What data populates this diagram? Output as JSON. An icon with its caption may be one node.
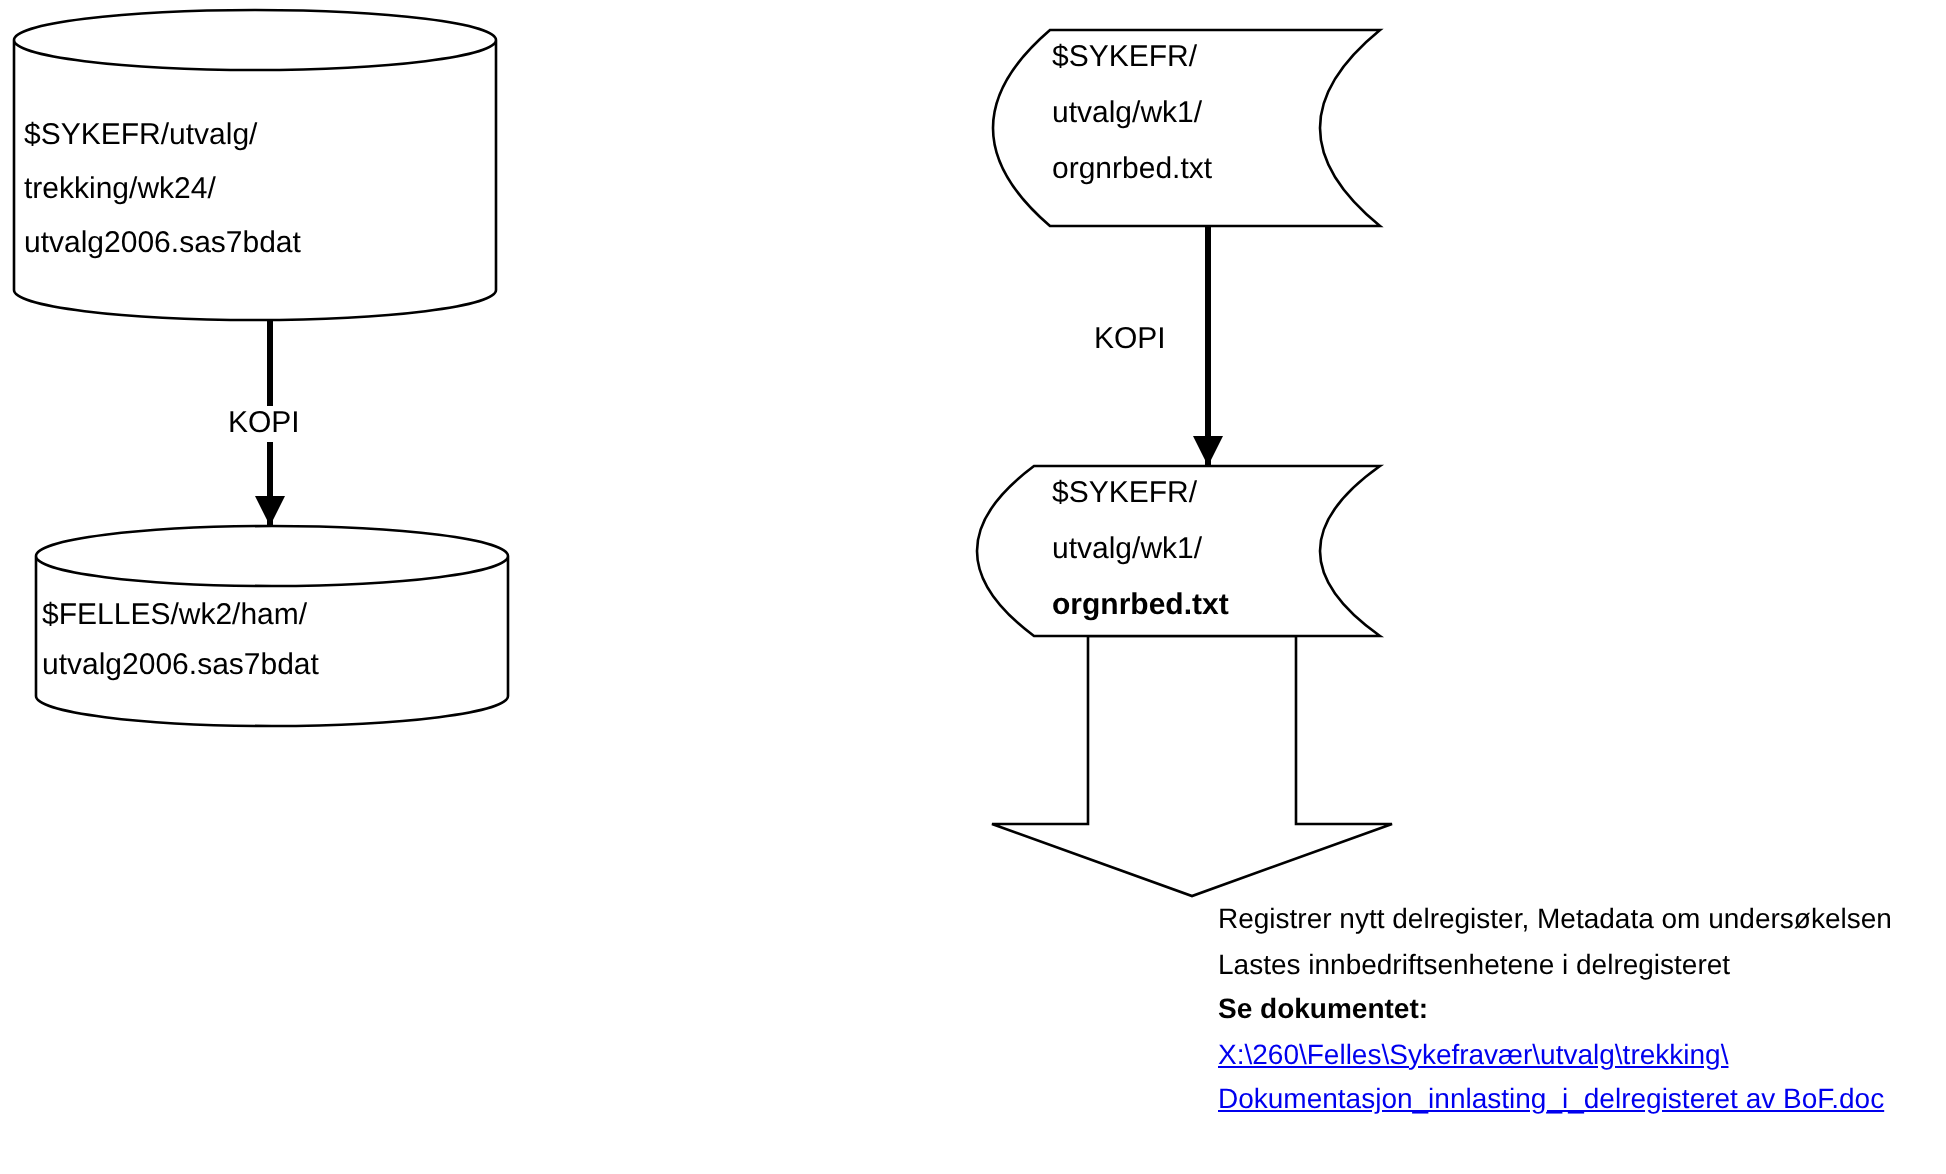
{
  "diagram": {
    "nodes": [
      {
        "text": [
          "$SYKEFR/utvalg/ trekking/wk24/ utvalg2006.sas7bdat"
        ]
      },
      {
        "text": [
          "$FELLES/wk2/ham/ utvalg2006.sas7bdat"
        ]
      },
      {
        "text": [
          "$SYKEFR/ utvalg/wk1/ orgnrbed.txt"
        ]
      },
      {
        "text": [
          "$SYKEFR/ utvalg/wk1/ **orgnrbed.txt**"
        ]
      },
      {
        "text": [
          "Registrer nytt delregister, Metadata om undersøkelsen",
          "Lastes innbedriftsenhetene i delregisteret",
          "Se dokumentet:",
          "X:\\260\\Felles\\Sykefravær\\utvalg\\trekking\\ Dokumentasjon_innlasting_i_delregisteret av BoF.doc"
        ]
      }
    ],
    "edges": [
      {
        "from": 0,
        "to": 1,
        "arrow": "to",
        "label": "KOPI"
      },
      {
        "from": 2,
        "to": 3,
        "arrow": "to",
        "label": "KOPI"
      },
      {
        "from": 3,
        "to": 4,
        "arrow": "to",
        "style": "thick"
      }
    ]
  }
}
